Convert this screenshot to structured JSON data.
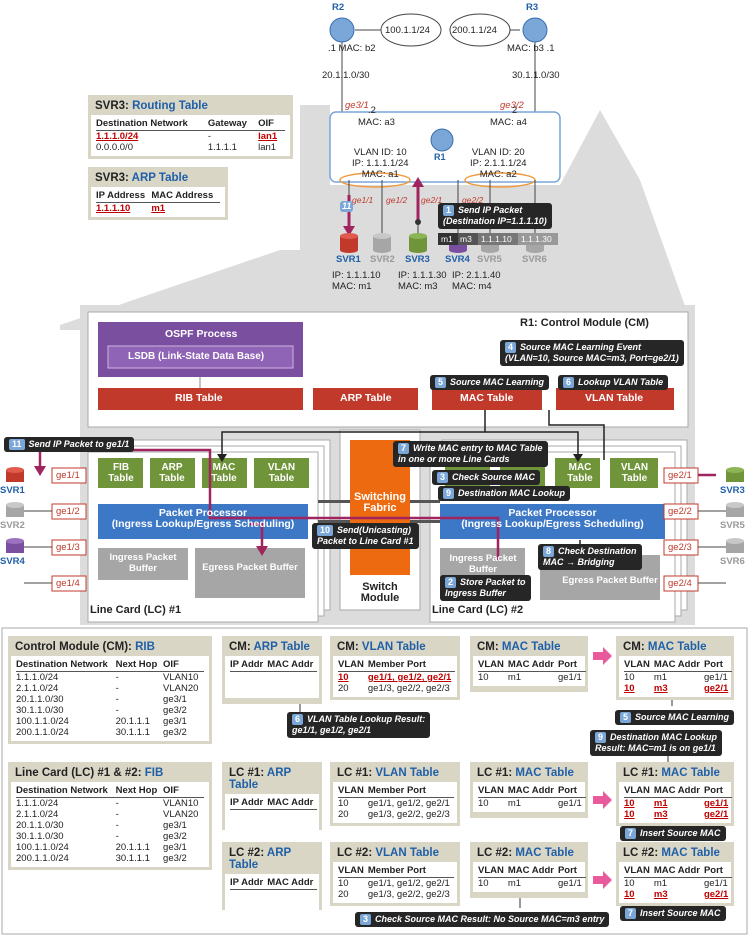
{
  "top": {
    "r2": "R2",
    "r3": "R3",
    "r1": "R1",
    "net_left": "100.1.1/24",
    "net_right": "200.1.1/24",
    "r2_mac": ".1   MAC: b2",
    "r3_mac": "MAC: b3  .1",
    "net_r2r1": "20.1.1.0/30",
    "net_r3r1": "30.1.1.0/30",
    "ge31": "ge3/1",
    "ge32": "ge3/2",
    "r1_left_ip": ".2",
    "r1_left_mac": "MAC: a3",
    "r1_right_ip": "2",
    "r1_right_mac": "MAC: a4",
    "vlan10": [
      "VLAN ID: 10",
      "IP: 1.1.1.1/24",
      "MAC: a1"
    ],
    "vlan20": [
      "VLAN ID: 20",
      "IP: 2.1.1.1/24",
      "MAC: a2"
    ],
    "ge11": "ge1/1",
    "ge12": "ge1/2",
    "ge21": "ge2/1",
    "ge22": "ge2/2",
    "svr": [
      "SVR1",
      "SVR2",
      "SVR3",
      "SVR4",
      "SVR5",
      "SVR6"
    ],
    "svr1_info": [
      "IP: 1.1.1.10",
      "MAC: m1"
    ],
    "svr3_info": [
      "IP: 1.1.1.30",
      "MAC: m3"
    ],
    "svr4_info": [
      "IP: 2.1.1.40",
      "MAC: m4"
    ],
    "packet": [
      "m1",
      "m3",
      "1.1.1.10",
      "1.1.1.30"
    ],
    "step1": "Send IP Packet",
    "step1b": "(Destination IP=1.1.1.10)",
    "n1": "1",
    "n11": "11"
  },
  "svr3_routing": {
    "title_a": "SVR3: ",
    "title_b": "Routing Table",
    "headers": [
      "Destination Network",
      "Gateway",
      "OIF"
    ],
    "rows": [
      [
        "1.1.1.0/24",
        "-",
        "lan1"
      ],
      [
        "0.0.0.0/0",
        "1.1.1.1",
        "lan1"
      ]
    ]
  },
  "svr3_arp": {
    "title_a": "SVR3: ",
    "title_b": "ARP Table",
    "headers": [
      "IP Address",
      "MAC Address"
    ],
    "rows": [
      [
        "1.1.1.10",
        "m1"
      ]
    ]
  },
  "cm": {
    "title": "R1: Control Module (CM)",
    "ospf": "OSPF Process",
    "lsdb": "LSDB (Link-State Data Base)",
    "rib": "RIB Table",
    "arp": "ARP Table",
    "mac": "MAC Table",
    "vlan": "VLAN Table",
    "s4": "Source MAC Learning Event",
    "s4b": "(VLAN=10, Source MAC=m3, Port=ge2/1)",
    "s5": "Source MAC Learning",
    "s6": "Lookup VLAN Table",
    "s7": "Write MAC entry to MAC Table",
    "s7b": "in one or more Line Cards"
  },
  "lc": {
    "fib": "FIB Table",
    "arp": "ARP Table",
    "mac": "MAC Table",
    "vlan": "VLAN Table",
    "pp": "Packet Processor",
    "pp2": "(Ingress Lookup/Egress Scheduling)",
    "ingress": "Ingress Packet Buffer",
    "egress": "Egress Packet Buffer",
    "lc1": "Line Card (LC) #1",
    "lc2": "Line Card (LC) #2",
    "switch": "Switching Fabric",
    "switch_module": "Switch Module",
    "ports_left": [
      "ge1/1",
      "ge1/2",
      "ge1/3",
      "ge1/4"
    ],
    "ports_right": [
      "ge2/1",
      "ge2/2",
      "ge2/3",
      "ge2/4"
    ],
    "s2": "Store Packet to",
    "s2b": "Ingress Buffer",
    "s3": "Check Source MAC",
    "s8": "Check Destination",
    "s8b": "MAC → Bridging",
    "s9": "Destination MAC Lookup",
    "s10": "Send(Unicasting)",
    "s10b": "Packet to Line Card #1",
    "s11": "Send IP Packet to ge1/1"
  },
  "bottom": {
    "cm_rib": {
      "title_a": "Control Module (CM): ",
      "title_b": "RIB",
      "headers": [
        "Destination Network",
        "Next Hop",
        "OIF"
      ],
      "rows": [
        [
          "1.1.1.0/24",
          "-",
          "VLAN10"
        ],
        [
          "2.1.1.0/24",
          "-",
          "VLAN20"
        ],
        [
          "20.1.1.0/30",
          "-",
          "ge3/1"
        ],
        [
          "30.1.1.0/30",
          "-",
          "ge3/2"
        ],
        [
          "100.1.1.0/24",
          "20.1.1.1",
          "ge3/1"
        ],
        [
          "200.1.1.0/24",
          "30.1.1.1",
          "ge3/2"
        ]
      ]
    },
    "lc_fib": {
      "title_a": "Line Card (LC) #1 & #2: ",
      "title_b": "FIB",
      "headers": [
        "Destination Network",
        "Next Hop",
        "OIF"
      ],
      "rows": [
        [
          "1.1.1.0/24",
          "-",
          "VLAN10"
        ],
        [
          "2.1.1.0/24",
          "-",
          "VLAN20"
        ],
        [
          "20.1.1.0/30",
          "-",
          "ge3/1"
        ],
        [
          "30.1.1.0/30",
          "-",
          "ge3/2"
        ],
        [
          "100.1.1.0/24",
          "20.1.1.1",
          "ge3/1"
        ],
        [
          "200.1.1.0/24",
          "30.1.1.1",
          "ge3/2"
        ]
      ]
    },
    "arp_headers": [
      "IP Addr",
      "MAC Addr"
    ],
    "vlan_headers": [
      "VLAN",
      "Member Port"
    ],
    "mac_headers": [
      "VLAN",
      "MAC Addr",
      "Port"
    ],
    "cm_arp": "ARP Table",
    "cm_vlan": "VLAN Table",
    "cm_mac": "MAC Table",
    "cm_prefix": "CM: ",
    "lc1_prefix": "LC #1: ",
    "lc2_prefix": "LC #2: ",
    "cm_vlan_rows": [
      [
        "10",
        "ge1/1, ge1/2, ge2/1"
      ],
      [
        "20",
        "ge1/3, ge2/2, ge2/3"
      ]
    ],
    "lc_vlan_rows": [
      [
        "10",
        "ge1/1, ge1/2, ge2/1"
      ],
      [
        "20",
        "ge1/3, ge2/2, ge2/3"
      ]
    ],
    "mac_before": [
      [
        "10",
        "m1",
        "ge1/1"
      ]
    ],
    "mac_after": [
      [
        "10",
        "m1",
        "ge1/1"
      ],
      [
        "10",
        "m3",
        "ge2/1"
      ]
    ],
    "c5": "Source MAC Learning",
    "c6": "VLAN Table Lookup Result:",
    "c6b": "ge1/1, ge1/2, ge2/1",
    "c9": "Destination MAC Lookup",
    "c9b": "Result: MAC=m1 is on ge1/1",
    "c7": "Insert Source MAC",
    "c3": "Check Source MAC Result: No Source MAC=m3 entry"
  },
  "colors": {
    "purple": "#7b4fa0",
    "red": "#c0392b",
    "green": "#70943a",
    "blue": "#3d78c7",
    "orange": "#ee6a10",
    "gray": "#a6a6a6",
    "arrow": "#a0255e"
  }
}
